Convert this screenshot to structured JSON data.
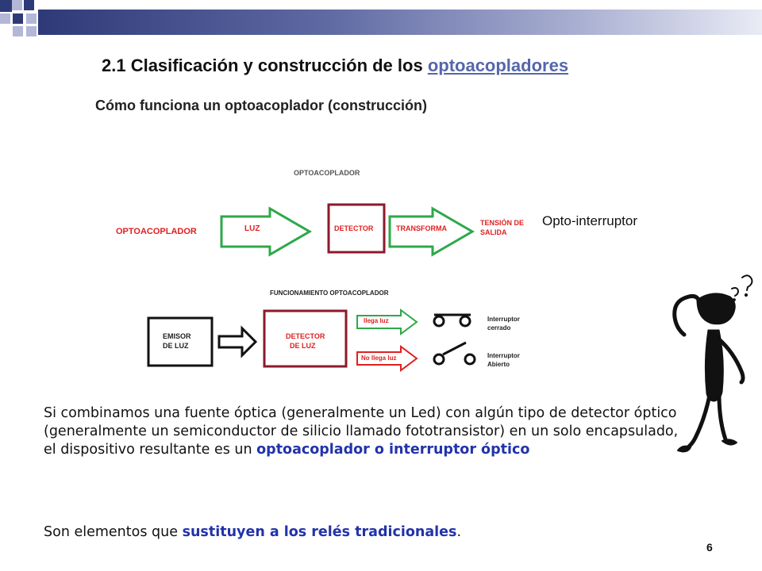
{
  "slide": {
    "title_prefix": "2.1 Clasificación y construcción de los ",
    "title_link": "optoacopladores",
    "subtitle": "Cómo funciona un optoacoplador (construcción)",
    "side_label": "Opto-interruptor",
    "page_number": "6"
  },
  "diagram": {
    "top_title": "OPTOACOPLADOR",
    "input_label": "OPTOACOPLADOR",
    "arrow1_label": "LUZ",
    "box_label": "DETECTOR",
    "arrow2_label": "TRANSFORMA",
    "output_line1": "TENSIÓN DE",
    "output_line2": "SALIDA",
    "bottom_title": "FUNCIONAMIENTO OPTOACOPLADOR",
    "emitter_line1": "EMISOR",
    "emitter_line2": "DE LUZ",
    "detector_line1": "DETECTOR",
    "detector_line2": "DE LUZ",
    "light_yes": "llega luz",
    "light_no": "No llega luz",
    "switch_closed_line1": "Interruptor",
    "switch_closed_line2": "cerrado",
    "switch_open_line1": "Interruptor",
    "switch_open_line2": "Abierto"
  },
  "body": {
    "para1_text": "Si combinamos una fuente óptica (generalmente un Led) con algún tipo de detector óptico (generalmente un semiconductor de silicio llamado fototransistor) en un solo encapsulado, el dispositivo resultante es un ",
    "para1_highlight": "optoacoplador o interruptor óptico",
    "para2_text": "Son elementos que ",
    "para2_highlight": "sustituyen a los relés tradicionales",
    "para2_end": "."
  },
  "colors": {
    "navy": "#2e3a78",
    "light_blue": "#aab0d2",
    "green": "#2ea84a",
    "dark_red": "#8b1a2a",
    "red": "#e02020",
    "highlight": "#2233aa"
  }
}
